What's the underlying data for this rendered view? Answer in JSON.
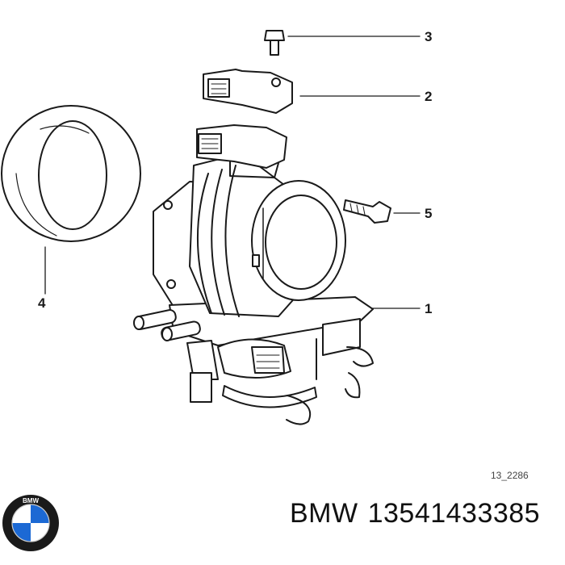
{
  "diagram": {
    "callouts": [
      {
        "id": "1",
        "label": "1"
      },
      {
        "id": "2",
        "label": "2"
      },
      {
        "id": "3",
        "label": "3"
      },
      {
        "id": "4",
        "label": "4"
      },
      {
        "id": "5",
        "label": "5"
      }
    ],
    "drawing_code": "13_2286"
  },
  "brand": {
    "name": "BMW",
    "part_number": "13541433385",
    "logo_text": "BMW",
    "logo_colors": {
      "blue": "#1c69d4",
      "white": "#ffffff",
      "ring": "#1a1a1a"
    }
  }
}
